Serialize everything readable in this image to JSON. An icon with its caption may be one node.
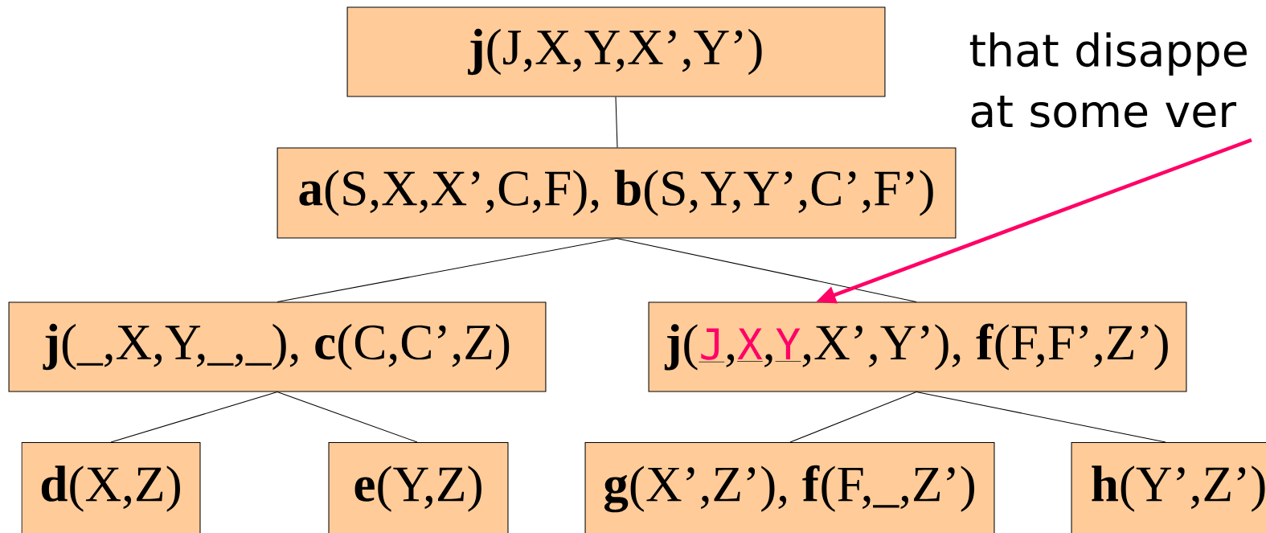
{
  "diagram": {
    "nodes": [
      {
        "text": [
          "**j**(J,X,Y,X’,Y’)"
        ]
      },
      {
        "text": [
          "**a**(S,X,X’,C,F), **b**(S,Y,Y’,C’,F’)"
        ]
      },
      {
        "text": [
          "**j**(_,X,Y,_,_), **c**(C,C’,Z)"
        ]
      },
      {
        "text": [
          "**j**(*J*,*X*,*Y*,X’,Y’), **f**(F,F’,Z’)"
        ]
      },
      {
        "text": [
          "**d**(X,Z)"
        ]
      },
      {
        "text": [
          "**e**(Y,Z)"
        ]
      },
      {
        "text": [
          "**g**(X’,Z’), **f**(F,_,Z’)"
        ]
      },
      {
        "text": [
          "**h**(Y’,Z’)"
        ]
      },
      {
        "text": [
          "that disappe at some ver"
        ]
      }
    ],
    "edges": [
      {
        "from": 0,
        "to": 1,
        "arrow": "none"
      },
      {
        "from": 1,
        "to": 2,
        "arrow": "none"
      },
      {
        "from": 1,
        "to": 3,
        "arrow": "none"
      },
      {
        "from": 2,
        "to": 4,
        "arrow": "none"
      },
      {
        "from": 2,
        "to": 5,
        "arrow": "none"
      },
      {
        "from": 3,
        "to": 6,
        "arrow": "none"
      },
      {
        "from": 3,
        "to": 7,
        "arrow": "none"
      },
      {
        "from": 8,
        "to": 3,
        "arrow": "to",
        "style": "thick",
        "color": "#ff0066"
      }
    ]
  }
}
